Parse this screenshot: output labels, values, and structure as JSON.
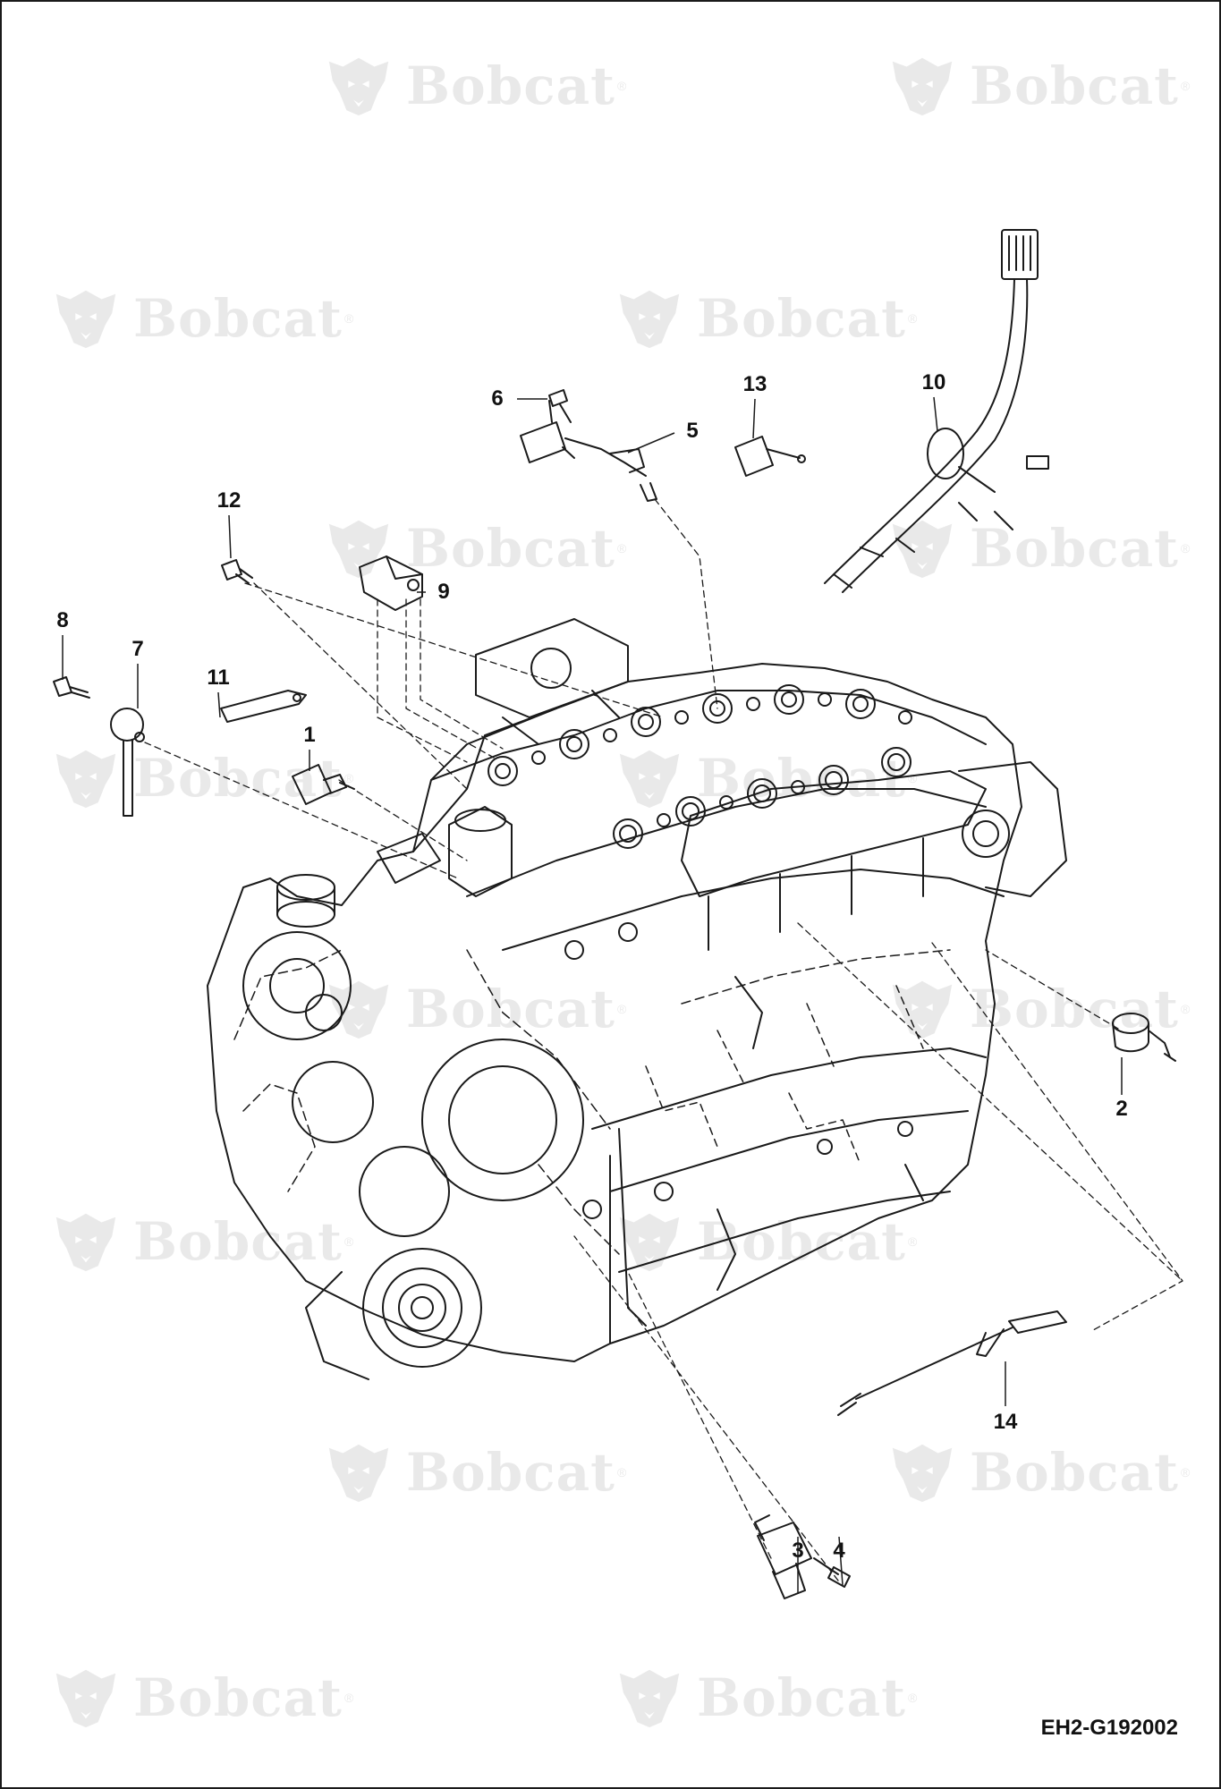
{
  "watermark": {
    "text": "Bobcat",
    "mark": "®",
    "logo_icon": "bobcat-head-logo"
  },
  "callouts": {
    "c1": "1",
    "c2": "2",
    "c3": "3",
    "c4": "4",
    "c5": "5",
    "c6": "6",
    "c7": "7",
    "c8": "8",
    "c9": "9",
    "c10": "10",
    "c11": "11",
    "c12": "12",
    "c13": "13",
    "c14": "14"
  },
  "document_code": "EH2-G192002",
  "colors": {
    "line": "#1a1a1a",
    "watermark": "#7a7a7a",
    "background": "#ffffff"
  }
}
